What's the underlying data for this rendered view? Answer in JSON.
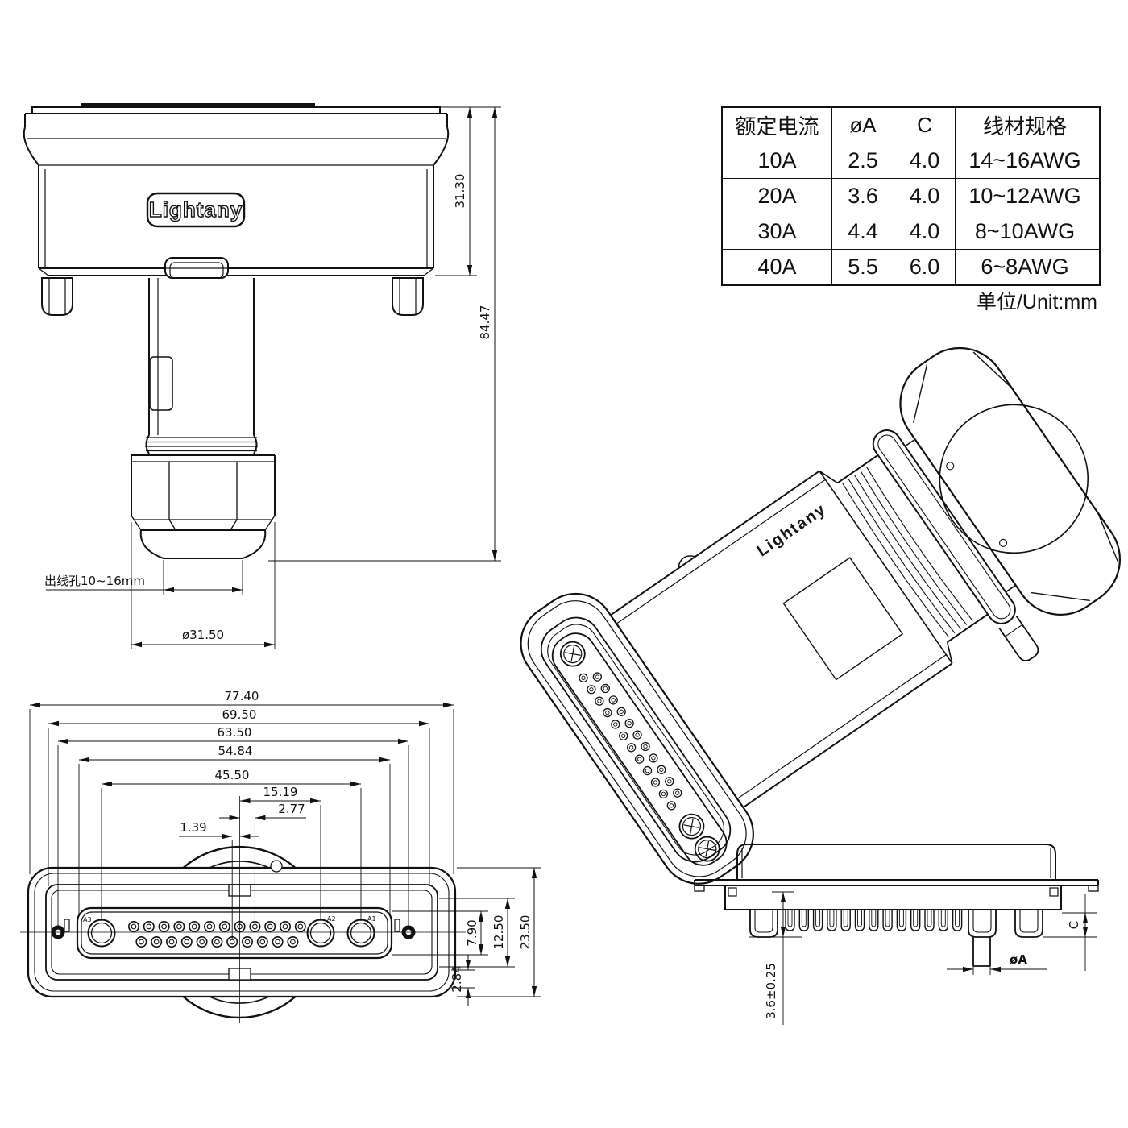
{
  "brand": {
    "logo": "Lightany"
  },
  "spec_table": {
    "headers": [
      "额定电流",
      "øA",
      "C",
      "线材规格"
    ],
    "rows": [
      [
        "10A",
        "2.5",
        "4.0",
        "14~16AWG"
      ],
      [
        "20A",
        "3.6",
        "4.0",
        "10~12AWG"
      ],
      [
        "30A",
        "4.4",
        "4.0",
        "8~10AWG"
      ],
      [
        "40A",
        "5.5",
        "6.0",
        "6~8AWG"
      ]
    ],
    "unit_note": "单位/Unit:mm"
  },
  "rear_view": {
    "body_height": "31.30",
    "total_height": "84.47",
    "cable_hole_label": "出线孔10~16mm",
    "gland_diameter": "ø31.50"
  },
  "face_view": {
    "widths": [
      "77.40",
      "69.50",
      "63.50",
      "54.84",
      "45.50",
      "15.19",
      "2.77",
      "1.39"
    ],
    "heights": [
      "23.50",
      "12.50",
      "7.90",
      "2.84"
    ],
    "pin_labels": [
      "A3",
      "A2",
      "A1"
    ]
  },
  "side_view": {
    "tail_length": "3.6±0.25",
    "pin_diameter": "øA",
    "cup_length": "C"
  }
}
